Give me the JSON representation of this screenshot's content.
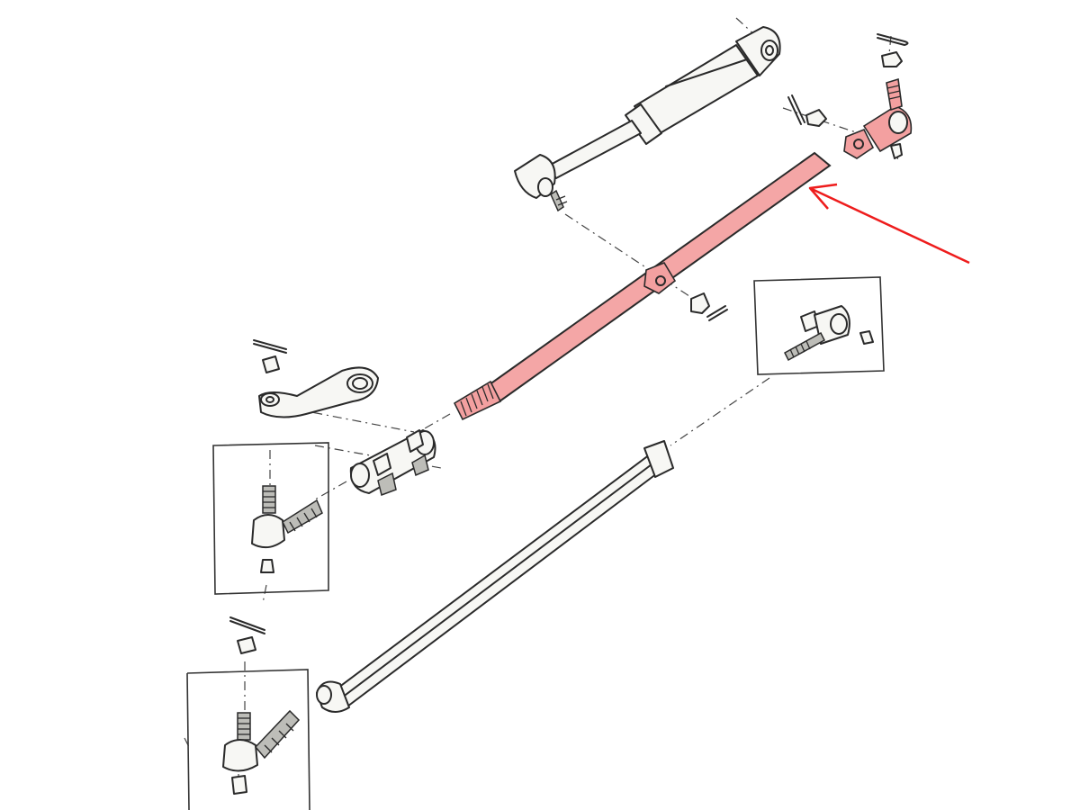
{
  "diagram": {
    "highlight_color": "#ee1c1c",
    "highlighted_part": "drag-link",
    "parts": [
      {
        "id": "steering-damper",
        "icon": "damper-icon"
      },
      {
        "id": "drag-link",
        "icon": "rod-icon"
      },
      {
        "id": "tie-rod",
        "icon": "rod-icon"
      },
      {
        "id": "pitman-arm",
        "icon": "arm-icon"
      },
      {
        "id": "adjuster-clamp",
        "icon": "clamp-icon"
      },
      {
        "id": "tie-rod-end",
        "icon": "ball-joint-icon"
      }
    ]
  }
}
